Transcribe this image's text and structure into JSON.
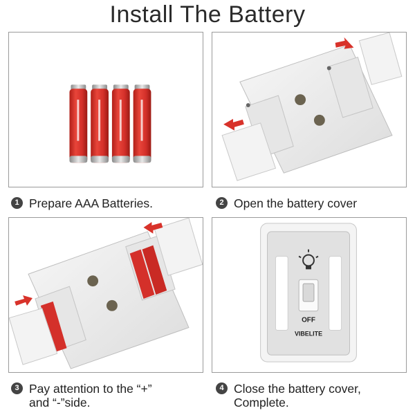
{
  "title": "Install The Battery",
  "steps": [
    {
      "number": "1",
      "lines": [
        "Prepare AAA Batteries."
      ]
    },
    {
      "number": "2",
      "lines": [
        "Open the battery cover"
      ]
    },
    {
      "number": "3",
      "lines": [
        "Pay attention to the “+”",
        "and “-”side."
      ]
    },
    {
      "number": "4",
      "lines": [
        "Close the battery cover,",
        "Complete."
      ]
    }
  ],
  "switch": {
    "off_label": "OFF",
    "brand": "VIBELITE"
  },
  "colors": {
    "battery_red": "#d9342b",
    "arrow_red": "#d8322a",
    "switch_body": "#f4f4f4"
  }
}
